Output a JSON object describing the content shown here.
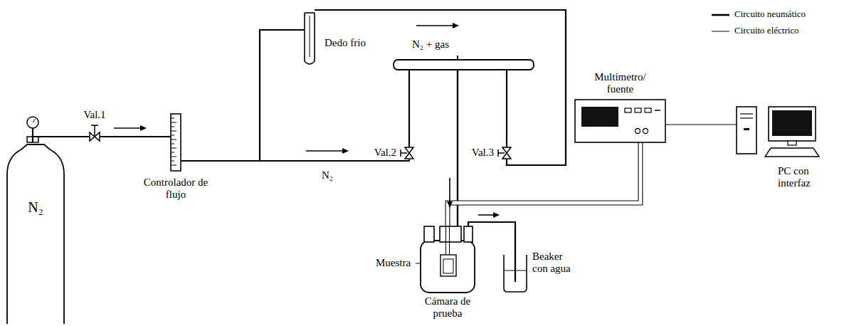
{
  "diagram": {
    "nodes": [
      {
        "text": [
          "N₂"
        ]
      },
      {
        "text": [
          "Val.1"
        ]
      },
      {
        "text": [
          "Controlador de flujo"
        ]
      },
      {
        "text": [
          "Dedo frio"
        ]
      },
      {
        "text": [
          "Val.2"
        ]
      },
      {
        "text": [
          "Val.3"
        ]
      },
      {
        "text": [
          "Cámara de prueba"
        ]
      },
      {
        "text": [
          "Beaker con agua"
        ]
      },
      {
        "text": [
          "Multímetro/ fuente"
        ]
      },
      {
        "text": [
          "PC con interfaz"
        ]
      }
    ],
    "edges": [
      {
        "from": 0,
        "to": 1,
        "arrow": "none"
      },
      {
        "from": 1,
        "to": 2,
        "arrow": "none"
      },
      {
        "from": 2,
        "to": 3,
        "arrow": "none"
      },
      {
        "from": 2,
        "to": 4,
        "label": "N₂",
        "arrow": "none"
      },
      {
        "from": 3,
        "to": 5,
        "label": "N₂ + gas",
        "arrow": "none"
      },
      {
        "from": 4,
        "to": 6,
        "arrow": "none"
      },
      {
        "from": 5,
        "to": 6,
        "arrow": "none"
      },
      {
        "from": 6,
        "to": 7,
        "arrow": "none"
      },
      {
        "from": 6,
        "to": 8,
        "arrow": "none"
      },
      {
        "from": 8,
        "to": 9,
        "arrow": "none"
      }
    ],
    "labels": [
      "Muestra"
    ],
    "legend": [
      {
        "text": "Circuito neumático"
      },
      {
        "text": "Circuito eléctrico"
      }
    ]
  }
}
